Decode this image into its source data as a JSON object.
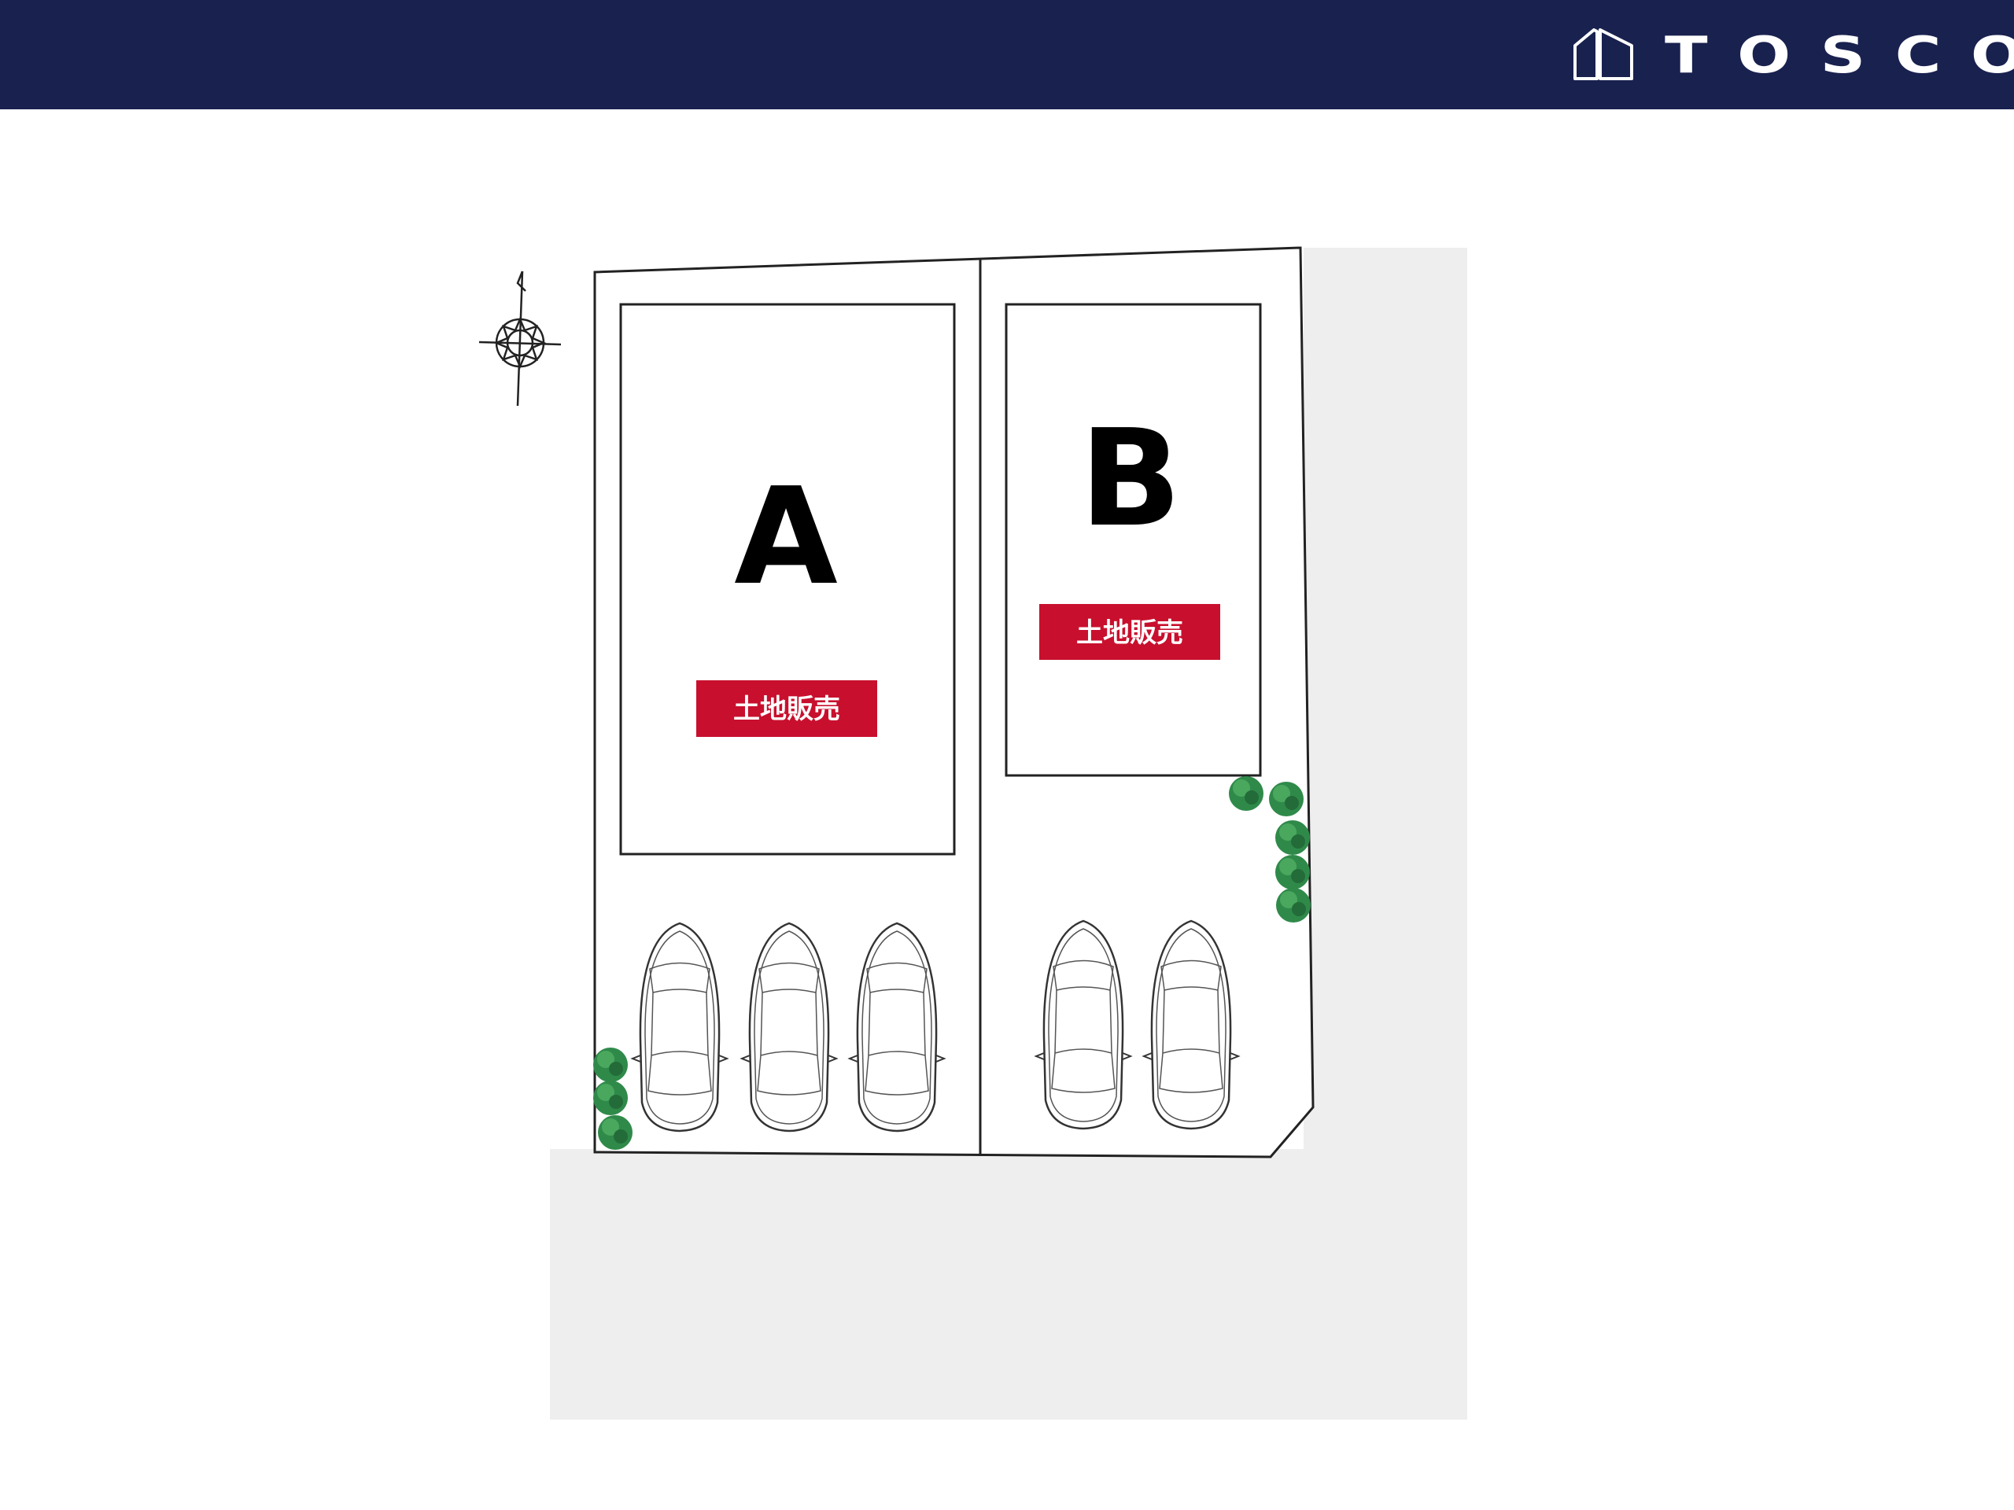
{
  "header": {
    "brand": "TOSCO",
    "logo_icon": "house-outline-icon"
  },
  "plan": {
    "lots": [
      {
        "letter": "A",
        "label": "土地販売",
        "parking_spaces": 3
      },
      {
        "letter": "B",
        "label": "土地販売",
        "parking_spaces": 2
      }
    ],
    "compass_icon": "north-arrow-compass-icon"
  },
  "colors": {
    "header_bg": "#19214f",
    "label_bg": "#c8102e",
    "road": "#eeeeee",
    "tree": "#2f8a4a"
  }
}
